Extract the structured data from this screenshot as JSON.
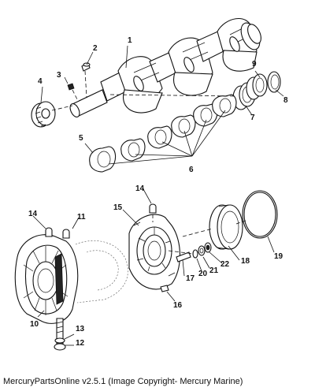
{
  "caption": "MercuryPartsOnline v2.5.1 (Image Copyright- Mercury Marine)",
  "callouts": {
    "c1": "1",
    "c2": "2",
    "c3": "3",
    "c4": "4",
    "c5": "5",
    "c6": "6",
    "c7": "7",
    "c8": "8",
    "c9": "9",
    "c10": "10",
    "c11": "11",
    "c12": "12",
    "c13": "13",
    "c14a": "14",
    "c14b": "14",
    "c15": "15",
    "c16": "16",
    "c17": "17",
    "c18": "18",
    "c19": "19",
    "c20": "20",
    "c21": "21",
    "c22": "22"
  }
}
